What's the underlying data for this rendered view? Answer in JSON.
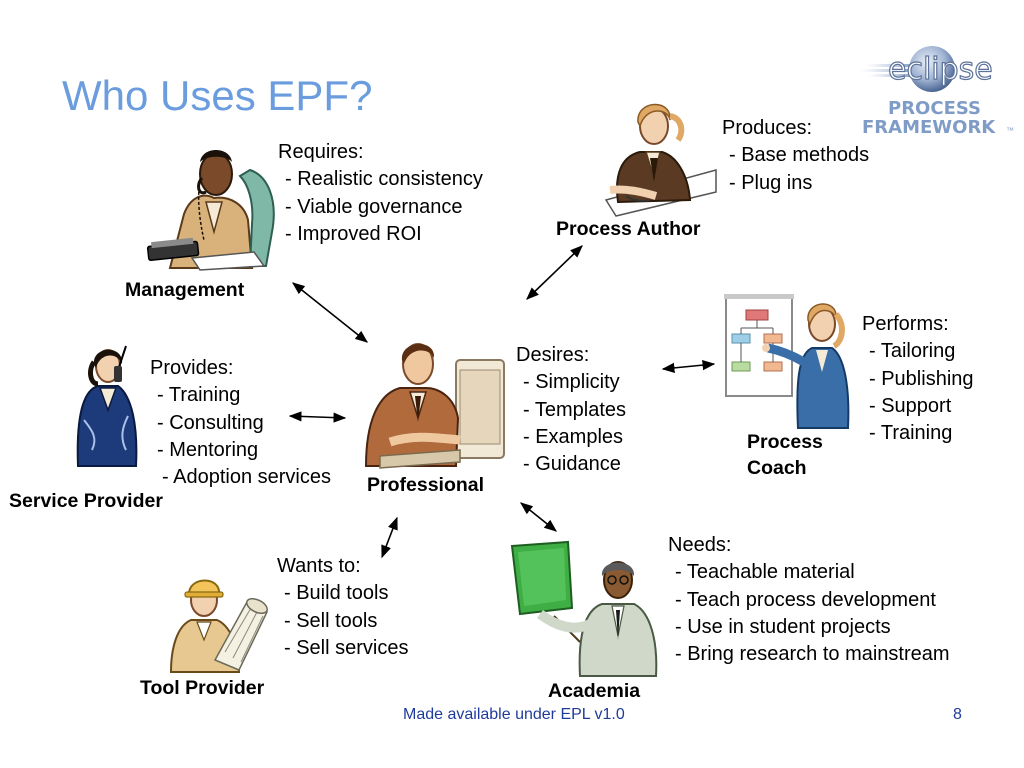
{
  "title": "Who Uses EPF?",
  "logo": {
    "wordmark": "eclipse",
    "line1": "PROCESS",
    "line2": "FRAMEWORK",
    "trademark": "™"
  },
  "management": {
    "label": "Management",
    "heading": "Requires:",
    "items": [
      "- Realistic consistency",
      "- Viable governance",
      "- Improved ROI"
    ]
  },
  "process_author": {
    "label": "Process Author",
    "heading": "Produces:",
    "items": [
      "- Base methods",
      "- Plug ins"
    ]
  },
  "service_provider": {
    "label": "Service Provider",
    "heading": "Provides:",
    "items": [
      "- Training",
      "- Consulting",
      "- Mentoring",
      "- Adoption services"
    ]
  },
  "professional": {
    "label": "Professional",
    "heading": "Desires:",
    "items": [
      "- Simplicity",
      "- Templates",
      "- Examples",
      "- Guidance"
    ]
  },
  "process_coach": {
    "label_line1": "Process",
    "label_line2": "Coach",
    "heading": "Performs:",
    "items": [
      "- Tailoring",
      "- Publishing",
      "- Support",
      "- Training"
    ]
  },
  "tool_provider": {
    "label": "Tool Provider",
    "heading": "Wants to:",
    "items": [
      "- Build tools",
      "- Sell tools",
      "- Sell services"
    ]
  },
  "academia": {
    "label": "Academia",
    "heading": "Needs:",
    "items": [
      "- Teachable material",
      "- Teach process development",
      "- Use in student projects",
      "- Bring research to mainstream"
    ]
  },
  "footer": {
    "license": "Made available under EPL v1.0",
    "page_number": "8"
  },
  "colors": {
    "title": "#6a9cde",
    "footer": "#1f3c9c",
    "logo_blue": "#7f9cc6",
    "logo_dark": "#2e4a78"
  }
}
